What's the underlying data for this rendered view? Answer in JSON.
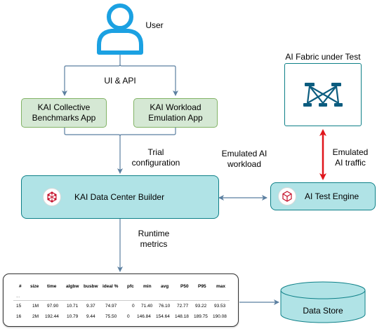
{
  "user": {
    "label": "User"
  },
  "edges": {
    "ui_api": "UI & API",
    "trial_configuration": "Trial\nconfiguration",
    "emulated_workload": "Emulated AI\nworkload",
    "emulated_traffic": "Emulated\nAI traffic",
    "runtime_metrics": "Runtime\nmetrics"
  },
  "apps": {
    "collective": "KAI Collective\nBenchmarks App",
    "workload": "KAI Workload\nEmulation App"
  },
  "fabric": {
    "title": "AI Fabric under Test"
  },
  "builder": {
    "label": "KAI Data Center Builder"
  },
  "engine": {
    "label": "AI Test Engine"
  },
  "datastore": {
    "label": "Data Store"
  },
  "colors": {
    "arrow": "#5b7fa0",
    "traffic_arrow": "#e0151b",
    "green_fill": "#d5e8d4",
    "teal_fill": "#b0e3e6",
    "user_icon": "#1ba1e2",
    "fabric_icon": "#0b5c7f"
  },
  "table": {
    "headers": [
      "#",
      "size",
      "time",
      "algbw",
      "busbw",
      "ideal %",
      "pfc",
      "min",
      "avg",
      "P50",
      "P95",
      "max"
    ],
    "ellipsis": "...",
    "rows": [
      [
        "15",
        "1M",
        "97.90",
        "10.71",
        "9.37",
        "74.97",
        "0",
        "71.40",
        "76.10",
        "72.77",
        "93.22",
        "93.53"
      ],
      [
        "16",
        "2M",
        "192.44",
        "10.79",
        "9.44",
        "75.50",
        "0",
        "146.84",
        "154.64",
        "148.18",
        "189.75",
        "190.08"
      ]
    ]
  }
}
